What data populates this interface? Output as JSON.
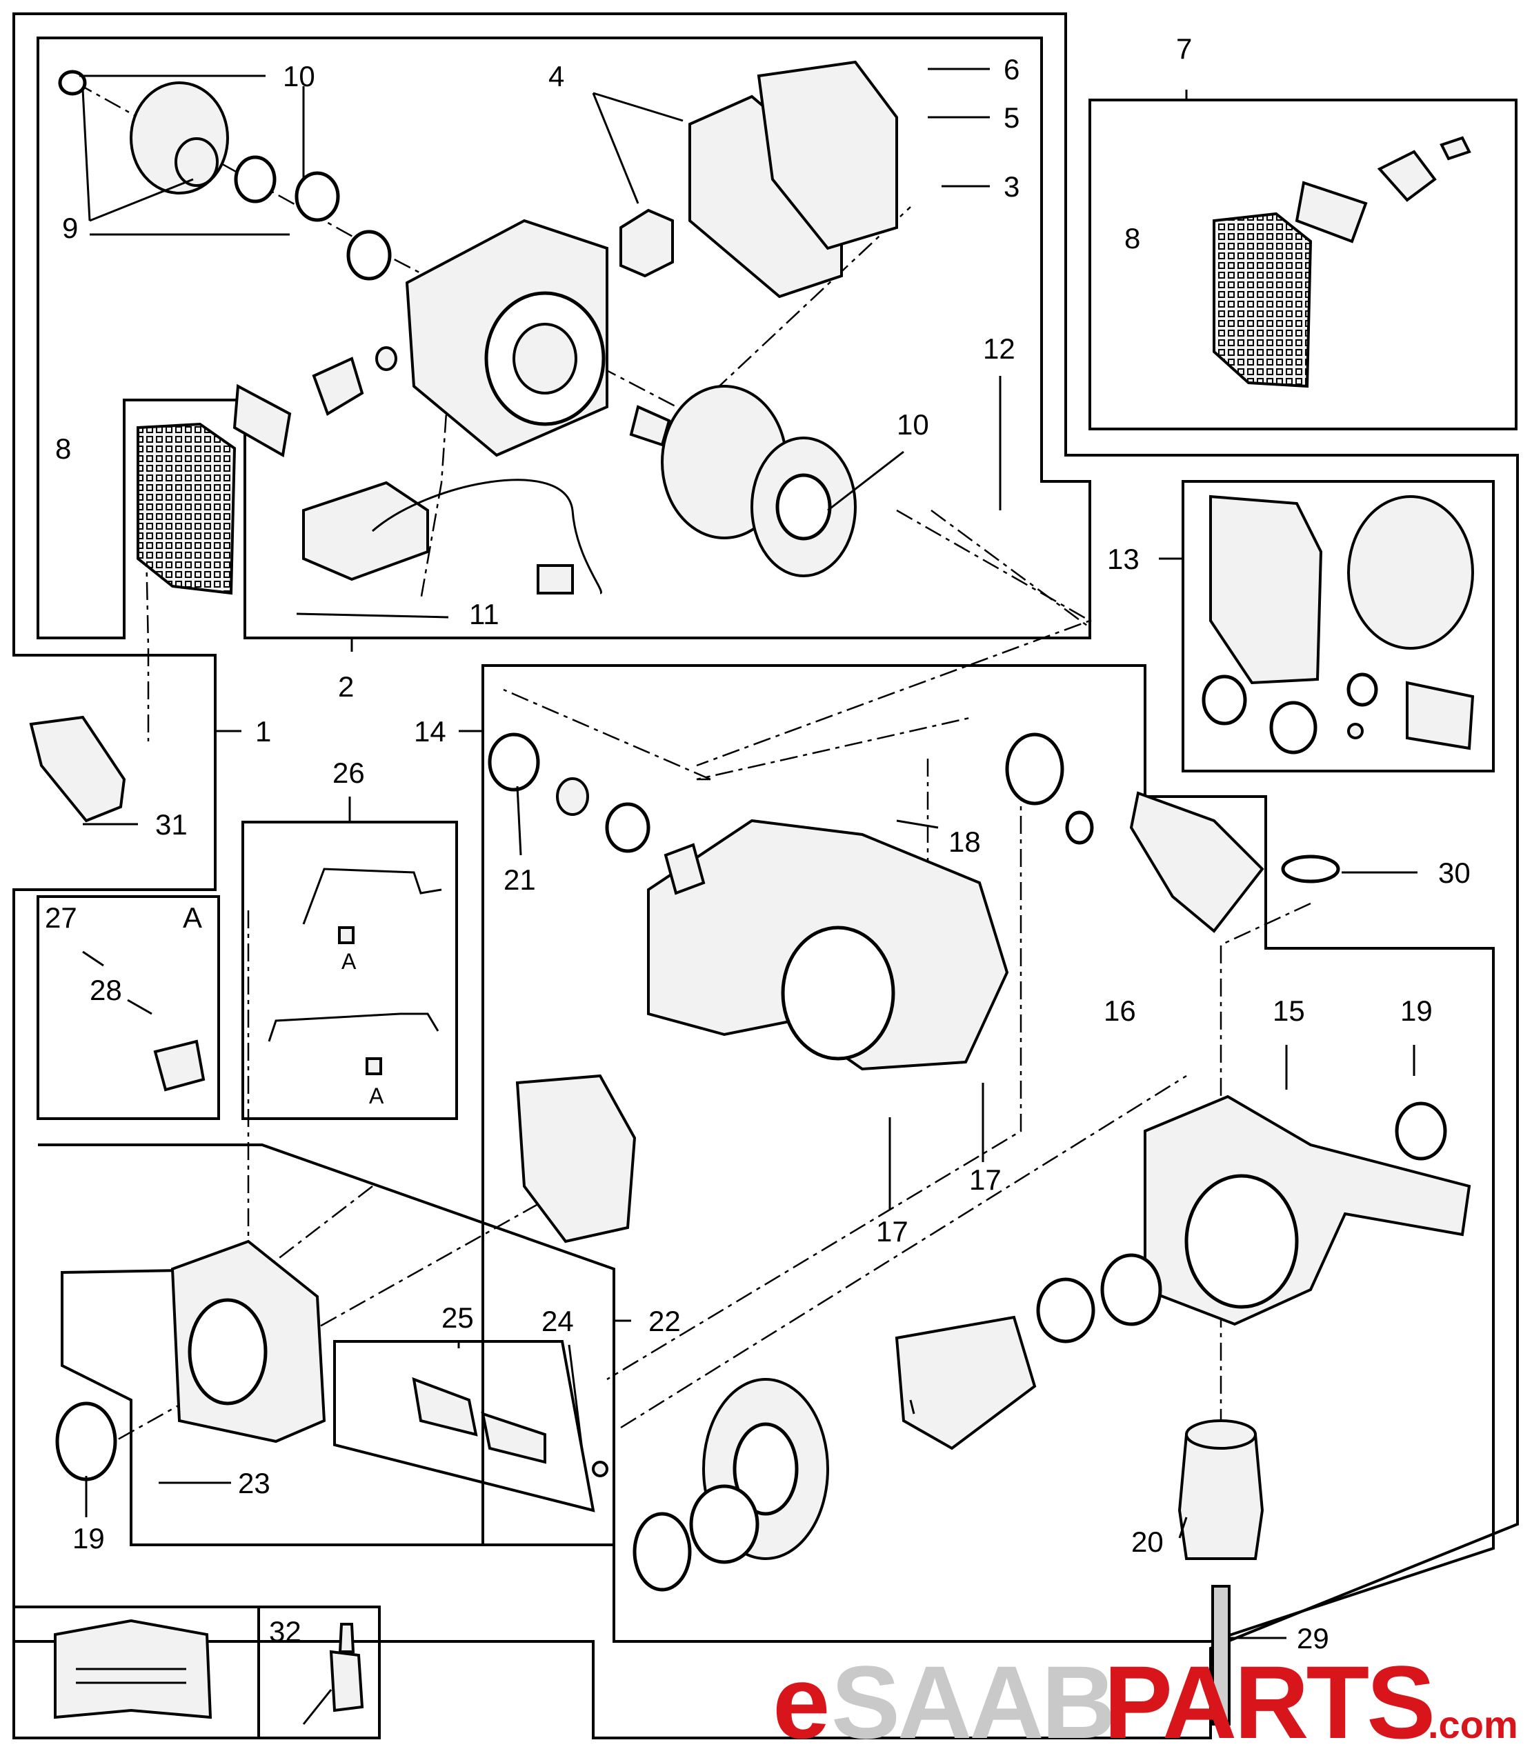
{
  "diagram": {
    "callouts": {
      "c1": "1",
      "c2": "2",
      "c3": "3",
      "c4": "4",
      "c5": "5",
      "c6": "6",
      "c7": "7",
      "c8a": "8",
      "c8b": "8",
      "c9": "9",
      "c10a": "10",
      "c10b": "10",
      "c11": "11",
      "c12": "12",
      "c13": "13",
      "c14": "14",
      "c15": "15",
      "c16": "16",
      "c17a": "17",
      "c17b": "17",
      "c18": "18",
      "c19a": "19",
      "c19b": "19",
      "c20": "20",
      "c21": "21",
      "c22": "22",
      "c23": "23",
      "c24": "24",
      "c25": "25",
      "c26": "26",
      "c27": "27",
      "c28": "28",
      "c29": "29",
      "c30": "30",
      "c31": "31",
      "c32": "32"
    },
    "detail_markers": {
      "box27_marker": "A",
      "pipe_a_upper": "A",
      "pipe_a_lower": "A"
    }
  },
  "logo": {
    "e": "e",
    "saab": "SAAB",
    "parts": "PARTS",
    "com": ".com"
  },
  "colors": {
    "brand_red": "#d9151c",
    "brand_gray": "#c9c9c9",
    "line": "#000000"
  }
}
